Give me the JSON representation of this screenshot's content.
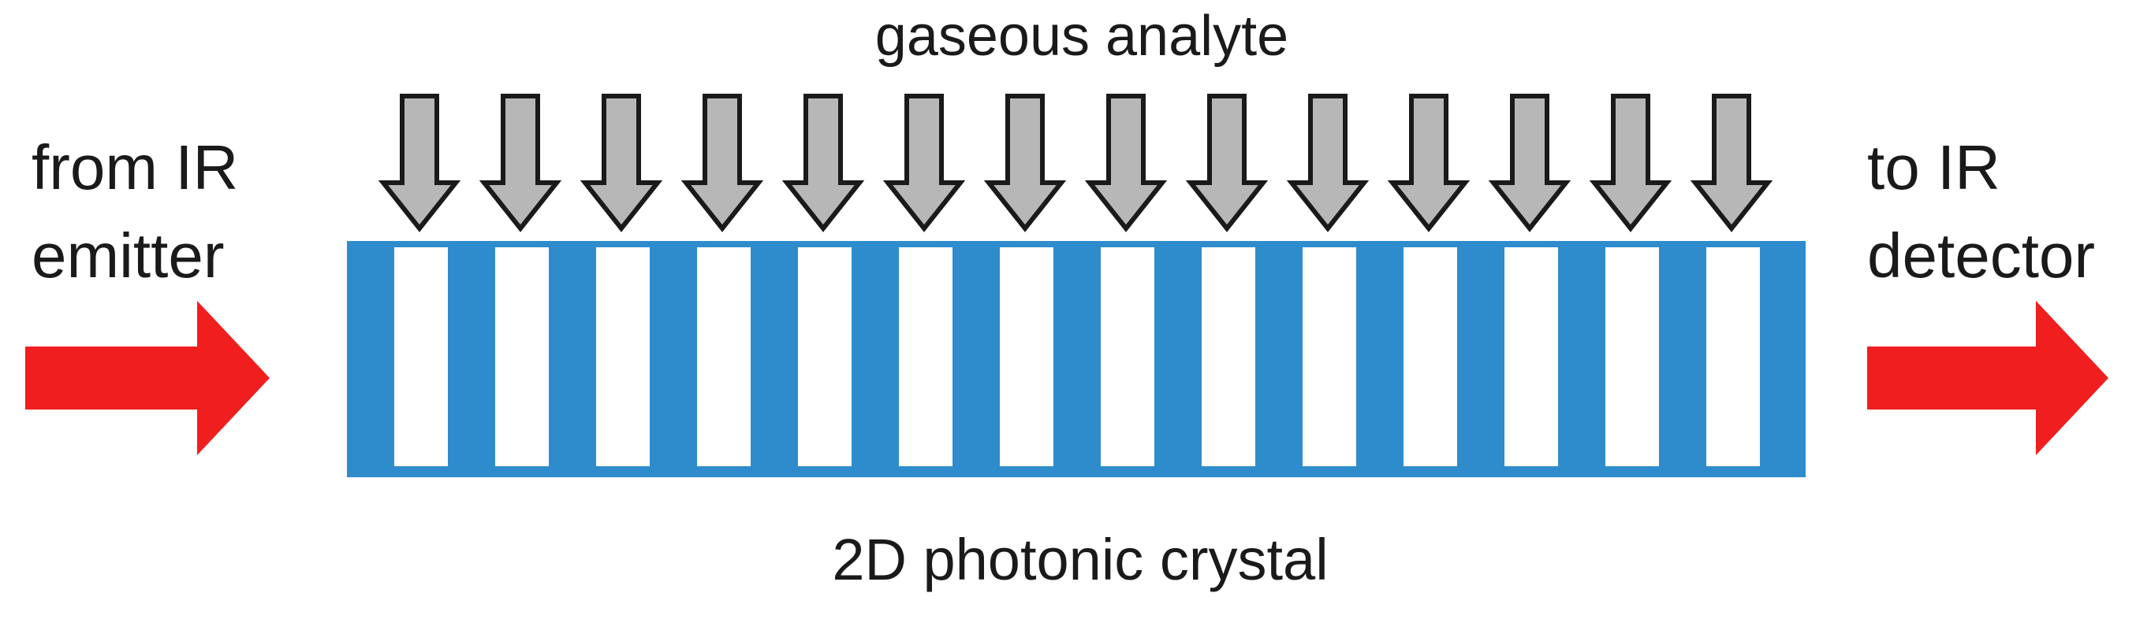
{
  "labels": {
    "top": "gaseous analyte",
    "left_line1": "from IR",
    "left_line2": "emitter",
    "right_line1": "to IR",
    "right_line2": "detector",
    "bottom": "2D photonic crystal"
  },
  "elements": {
    "analyte_arrow_count": 14,
    "crystal_slot_count": 14
  },
  "colors": {
    "crystal": "#2f8ccc",
    "slot": "#ffffff",
    "ir_arrow": "#f01e1e",
    "analyte_arrow_fill": "#b7b7b7",
    "analyte_arrow_stroke": "#1a1a1a",
    "text": "#1a1a1a"
  }
}
